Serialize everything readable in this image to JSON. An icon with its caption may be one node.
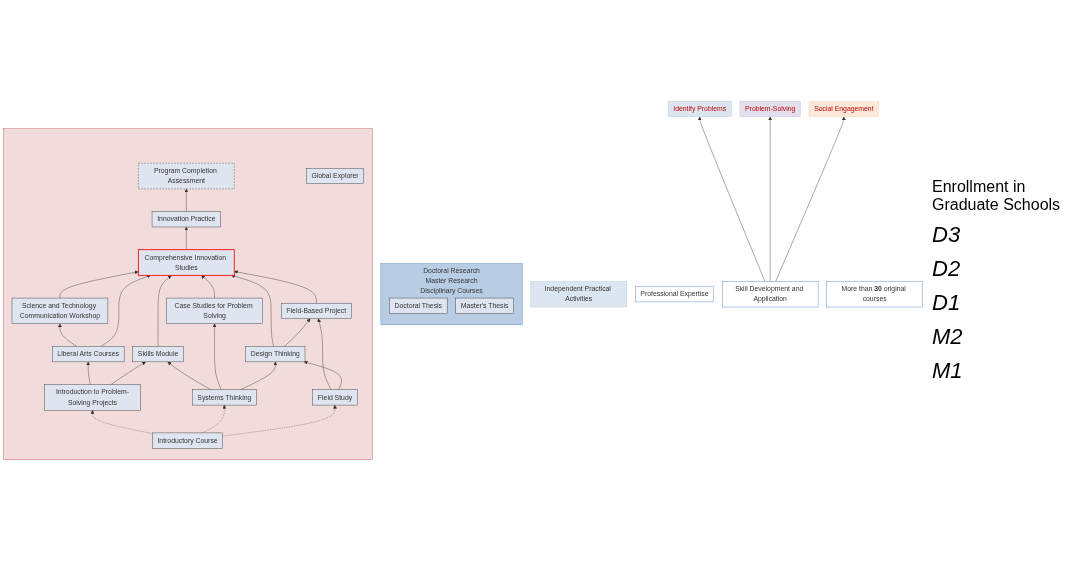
{
  "diagram": {
    "nodes": [
      {
        "text": [
          "Doctoral Research",
          "Master Research",
          "Disciplinary Courses"
        ]
      },
      {
        "text": [
          "Doctoral Thesis"
        ],
        "in": 0
      },
      {
        "text": [
          "Master's Thesis"
        ],
        "in": 0
      },
      {
        "text": [
          "Independent Practical Activities"
        ]
      },
      {
        "text": [],
        "shape": "box"
      },
      {
        "text": [
          "Program Completion Assessment"
        ],
        "in": 4
      },
      {
        "text": [
          "Innovation Practice"
        ],
        "in": 4
      },
      {
        "text": [
          "Comprehensive Innovation Studies"
        ],
        "in": 4
      },
      {
        "text": [
          "Science and Technology Communication Workshop"
        ],
        "in": 4
      },
      {
        "text": [
          "Field-Based Project"
        ],
        "in": 4
      },
      {
        "text": [
          "Liberal Arts Courses"
        ],
        "in": 4
      },
      {
        "text": [
          "Skills Module"
        ],
        "in": 4
      },
      {
        "text": [
          "Case Studies for Problem Solving"
        ],
        "in": 4
      },
      {
        "text": [
          "Design Thinking"
        ],
        "in": 4
      },
      {
        "text": [
          "Global Explorer"
        ],
        "in": 4
      },
      {
        "text": [
          "Introduction to Problem-Solving Projects"
        ],
        "in": 4
      },
      {
        "text": [
          "Systems Thinking"
        ],
        "in": 4
      },
      {
        "text": [
          "Field Study"
        ],
        "in": 4
      },
      {
        "text": [
          "Introductory Course"
        ],
        "in": 4
      },
      {
        "text": [
          "Identify Problems"
        ]
      },
      {
        "text": [
          "Problem-Solving"
        ]
      },
      {
        "text": [
          "Social Engagement"
        ]
      },
      {
        "text": [
          "Professional Expertise"
        ]
      },
      {
        "text": [
          "Skill Development and Application"
        ]
      },
      {
        "text": [
          "More than **30** original courses"
        ]
      }
    ],
    "edges": [
      {
        "from": 6,
        "to": 5,
        "arrow": "to"
      },
      {
        "from": 7,
        "to": 6,
        "arrow": "to"
      },
      {
        "from": 8,
        "to": 7,
        "arrow": "to"
      },
      {
        "from": 9,
        "to": 7,
        "arrow": "to"
      },
      {
        "from": 10,
        "to": 8,
        "arrow": "to"
      },
      {
        "from": 10,
        "to": 7,
        "arrow": "to"
      },
      {
        "from": 11,
        "to": 7,
        "arrow": "to"
      },
      {
        "from": 12,
        "to": 7,
        "arrow": "to"
      },
      {
        "from": 13,
        "to": 7,
        "arrow": "to"
      },
      {
        "from": 13,
        "to": 9,
        "arrow": "to"
      },
      {
        "from": 17,
        "to": 9,
        "arrow": "to"
      },
      {
        "from": 15,
        "to": 10,
        "arrow": "to"
      },
      {
        "from": 15,
        "to": 11,
        "arrow": "to"
      },
      {
        "from": 16,
        "to": 11,
        "arrow": "to"
      },
      {
        "from": 16,
        "to": 12,
        "arrow": "to"
      },
      {
        "from": 16,
        "to": 13,
        "arrow": "to"
      },
      {
        "from": 17,
        "to": 13,
        "arrow": "to"
      },
      {
        "from": 18,
        "to": 15,
        "arrow": "to",
        "style": "dashed"
      },
      {
        "from": 18,
        "to": 16,
        "arrow": "to",
        "style": "dashed"
      },
      {
        "from": 18,
        "to": 17,
        "arrow": "to",
        "style": "dashed"
      },
      {
        "from": 23,
        "to": 19,
        "arrow": "to"
      },
      {
        "from": 23,
        "to": 20,
        "arrow": "to"
      },
      {
        "from": 23,
        "to": 21,
        "arrow": "to"
      }
    ],
    "labels": [
      "Enrollment in Graduate Schools",
      "D3",
      "D2",
      "D1",
      "M2",
      "M1"
    ]
  }
}
